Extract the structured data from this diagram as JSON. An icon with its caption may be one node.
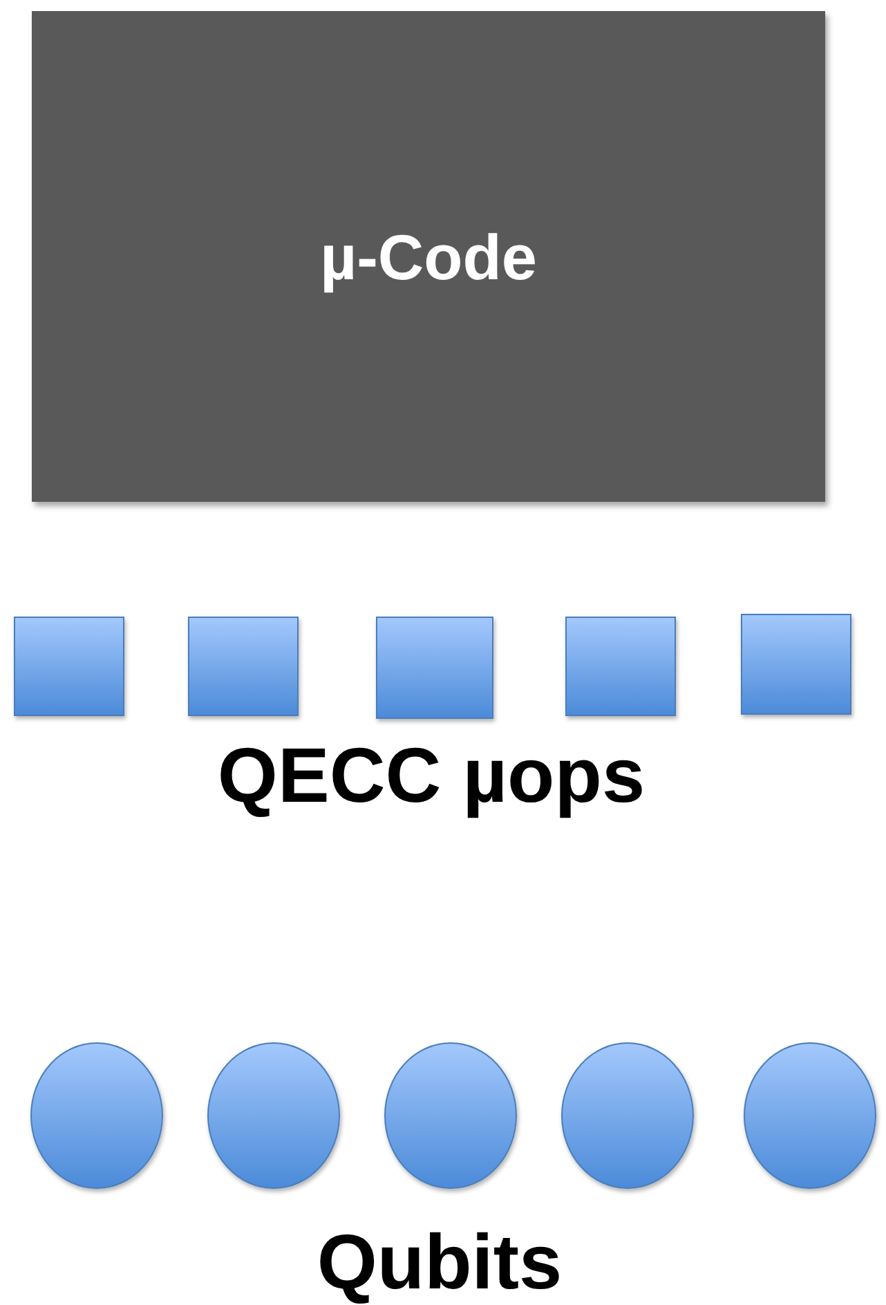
{
  "diagram": {
    "nodes": [
      {
        "text": [
          "µ-Code"
        ]
      },
      {
        "text": [],
        "shape": "box"
      },
      {
        "text": [],
        "shape": "box"
      },
      {
        "text": [],
        "shape": "box"
      },
      {
        "text": [],
        "shape": "box"
      },
      {
        "text": [],
        "shape": "box"
      },
      {
        "text": [],
        "shape": "circle"
      },
      {
        "text": [],
        "shape": "circle"
      },
      {
        "text": [],
        "shape": "circle"
      },
      {
        "text": [],
        "shape": "circle"
      },
      {
        "text": [],
        "shape": "circle"
      }
    ],
    "edges": [],
    "labels": [
      "QECC µops",
      "Qubits"
    ]
  }
}
